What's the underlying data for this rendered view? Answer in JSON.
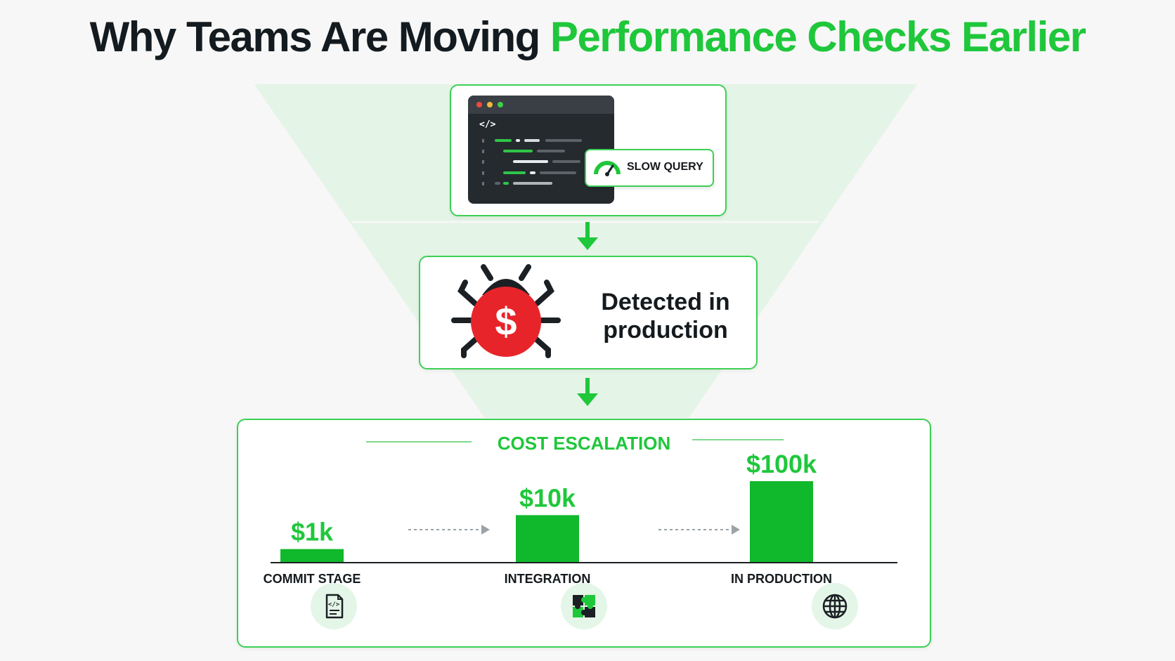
{
  "title": {
    "dark_part": "Why Teams Are Moving",
    "accent_part": "Performance Checks Earlier"
  },
  "code_panel": {
    "code_icon_text": "</>",
    "badge_icon": "speedometer-icon",
    "badge_label": "SLOW QUERY"
  },
  "detection": {
    "icon": "bug-dollar-icon",
    "line1": "Detected in",
    "line2": "production"
  },
  "cost": {
    "title": "COST ESCALATION"
  },
  "chart_data": {
    "type": "bar",
    "title": "COST ESCALATION",
    "categories": [
      "COMMIT STAGE",
      "INTEGRATION",
      "IN PRODUCTION"
    ],
    "values": [
      1000,
      10000,
      100000
    ],
    "labels": [
      "$1k",
      "$10k",
      "$100k"
    ],
    "icons": [
      "code-document-icon",
      "puzzle-icon",
      "globe-icon"
    ],
    "scale": "log",
    "xlabel": "",
    "ylabel": ""
  },
  "colors": {
    "accent": "#1fc73b",
    "bar": "#10b82c",
    "bug": "#e8242b",
    "dark": "#141b20"
  }
}
